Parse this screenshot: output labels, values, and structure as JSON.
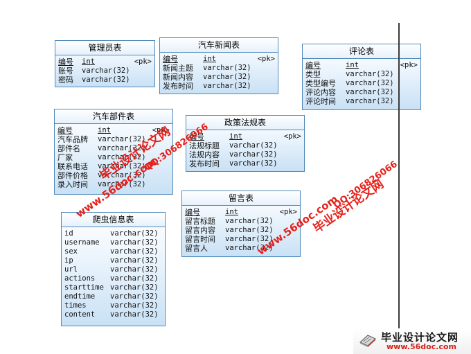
{
  "entities": {
    "admin": {
      "title": "管理员表",
      "rows": [
        {
          "name": "编号",
          "type": "int",
          "pk": "<pk>"
        },
        {
          "name": "账号",
          "type": "varchar(32)",
          "pk": ""
        },
        {
          "name": "密码",
          "type": "varchar(32)",
          "pk": ""
        }
      ]
    },
    "news": {
      "title": "汽车新闻表",
      "rows": [
        {
          "name": "编号",
          "type": "int",
          "pk": "<pk>"
        },
        {
          "name": "新闻主题",
          "type": "varchar(32)",
          "pk": ""
        },
        {
          "name": "新闻内容",
          "type": "varchar(32)",
          "pk": ""
        },
        {
          "name": "发布时间",
          "type": "varchar(32)",
          "pk": ""
        }
      ]
    },
    "comment": {
      "title": "评论表",
      "rows": [
        {
          "name": "编号",
          "type": "int",
          "pk": "<pk>"
        },
        {
          "name": "类型",
          "type": "varchar(32)",
          "pk": ""
        },
        {
          "name": "类型编号",
          "type": "varchar(32)",
          "pk": ""
        },
        {
          "name": "评论内容",
          "type": "varchar(32)",
          "pk": ""
        },
        {
          "name": "评论时间",
          "type": "varchar(32)",
          "pk": ""
        }
      ]
    },
    "parts": {
      "title": "汽车部件表",
      "rows": [
        {
          "name": "编号",
          "type": "int",
          "pk": "<pk>"
        },
        {
          "name": "汽车品牌",
          "type": "varchar(32)",
          "pk": ""
        },
        {
          "name": "部件名",
          "type": "varchar(32)",
          "pk": ""
        },
        {
          "name": "厂家",
          "type": "varchar(32)",
          "pk": ""
        },
        {
          "name": "联系电话",
          "type": "varchar(32)",
          "pk": ""
        },
        {
          "name": "部件价格",
          "type": "varchar(32)",
          "pk": ""
        },
        {
          "name": "录入时间",
          "type": "varchar(32)",
          "pk": ""
        }
      ]
    },
    "policy": {
      "title": "政策法规表",
      "rows": [
        {
          "name": "编号",
          "type": "int",
          "pk": "<pk>"
        },
        {
          "name": "法规标题",
          "type": "varchar(32)",
          "pk": ""
        },
        {
          "name": "法规内容",
          "type": "varchar(32)",
          "pk": ""
        },
        {
          "name": "发布时间",
          "type": "varchar(32)",
          "pk": ""
        }
      ]
    },
    "message": {
      "title": "留言表",
      "rows": [
        {
          "name": "编号",
          "type": "int",
          "pk": "<pk>"
        },
        {
          "name": "留言标题",
          "type": "varchar(32)",
          "pk": ""
        },
        {
          "name": "留言内容",
          "type": "varchar(32)",
          "pk": ""
        },
        {
          "name": "留言时间",
          "type": "varchar(32)",
          "pk": ""
        },
        {
          "name": "留言人",
          "type": "varchar(32)",
          "pk": ""
        }
      ]
    },
    "crawler": {
      "title": "爬虫信息表",
      "rows": [
        {
          "name": "id",
          "type": "varchar(32)",
          "pk": ""
        },
        {
          "name": "username",
          "type": "varchar(32)",
          "pk": ""
        },
        {
          "name": "sex",
          "type": "varchar(32)",
          "pk": ""
        },
        {
          "name": "ip",
          "type": "varchar(32)",
          "pk": ""
        },
        {
          "name": "url",
          "type": "varchar(32)",
          "pk": ""
        },
        {
          "name": "actions",
          "type": "varchar(32)",
          "pk": ""
        },
        {
          "name": "starttime",
          "type": "varchar(32)",
          "pk": ""
        },
        {
          "name": "endtime",
          "type": "varchar(32)",
          "pk": ""
        },
        {
          "name": "times",
          "type": "varchar(32)",
          "pk": ""
        },
        {
          "name": "content",
          "type": "varchar(32)",
          "pk": ""
        }
      ]
    }
  },
  "watermarks": {
    "url": "www.56doc.com",
    "name": "毕业设计论文网",
    "qq": "QQ:306826066"
  },
  "footer": {
    "title": "毕业设计论文网",
    "url": "www.56doc.com"
  },
  "colors": {
    "border": "#4f87b8",
    "watermark": "#e6201a"
  }
}
